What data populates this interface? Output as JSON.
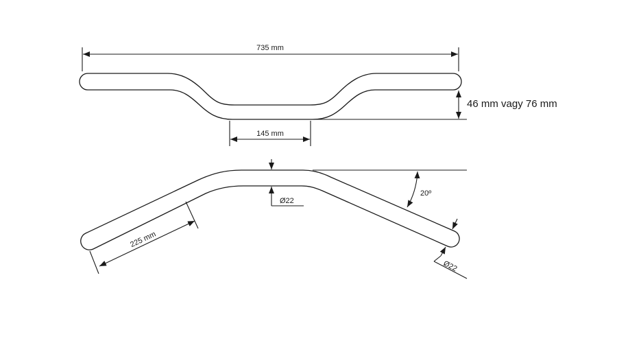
{
  "drawing": {
    "overall_width": "735 mm",
    "rise": "46 mm vagy 76 mm",
    "center_width": "145 mm",
    "grip_length": "225 mm",
    "diameter_center": "Ø22",
    "diameter_end": "Ø22",
    "sweep_angle": "20º"
  }
}
